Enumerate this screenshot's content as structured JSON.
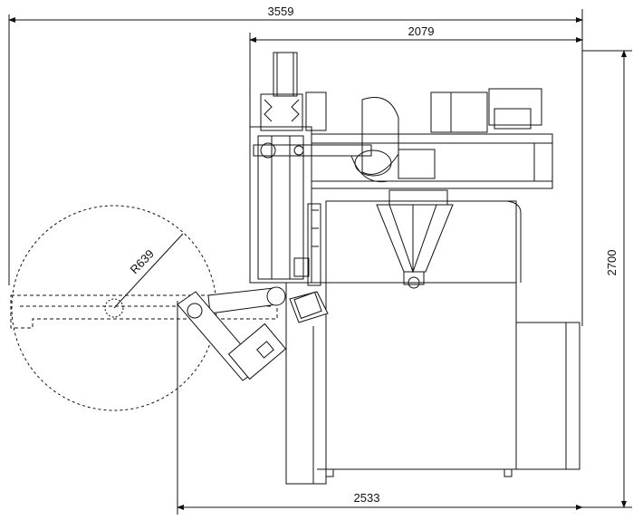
{
  "drawing": {
    "dimensions": {
      "overall_width": "3559",
      "frame_width": "2079",
      "base_width": "2533",
      "overall_height": "2700",
      "swing_radius": "R639"
    }
  }
}
